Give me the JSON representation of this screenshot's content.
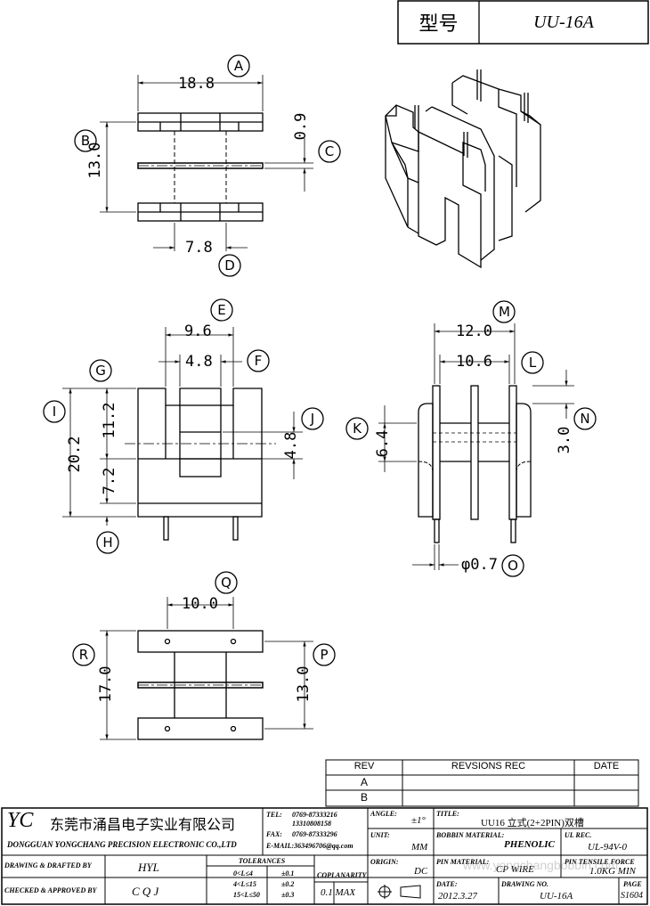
{
  "header": {
    "model_label": "型号",
    "model_value": "UU-16A"
  },
  "dimensions": {
    "A": {
      "letter": "A",
      "value": "18.8"
    },
    "B": {
      "letter": "B",
      "value": "13.0"
    },
    "C": {
      "letter": "C",
      "value": "0.9"
    },
    "D": {
      "letter": "D",
      "value": "7.8"
    },
    "E": {
      "letter": "E",
      "value": "9.6"
    },
    "F": {
      "letter": "F",
      "value": "4.8"
    },
    "G": {
      "letter": "G",
      "value": "11.2"
    },
    "I": {
      "letter": "I",
      "value": "20.2"
    },
    "H": {
      "letter": "H",
      "value": "7.2"
    },
    "J": {
      "letter": "J",
      "value": "4.8"
    },
    "M": {
      "letter": "M",
      "value": "12.0"
    },
    "L": {
      "letter": "L",
      "value": "10.6"
    },
    "K": {
      "letter": "K",
      "value": "6.4"
    },
    "N": {
      "letter": "N",
      "value": "3.0"
    },
    "O": {
      "letter": "O",
      "value": "φ0.7"
    },
    "Q": {
      "letter": "Q",
      "value": "10.0"
    },
    "R": {
      "letter": "R",
      "value": "17.0"
    },
    "P": {
      "letter": "P",
      "value": "13.0"
    }
  },
  "revision_table": {
    "rev_header": "REV",
    "revisions_header": "REVSIONS REC",
    "date_header": "DATE",
    "rows": [
      "A",
      "B"
    ]
  },
  "company": {
    "logo": "YC",
    "name_cn": "东莞市涌昌电子实业有限公司",
    "name_en": "DONGGUAN YONGCHANG PRECISION ELECTRONIC CO.,LTD"
  },
  "contact": {
    "tel_label": "TEL:",
    "tel": "0769-87333216",
    "tel2": "13310808158",
    "fax_label": "FAX:",
    "fax": "0769-87333296",
    "email": "E-MAIL:363496706@qq.com"
  },
  "title_block": {
    "angle_label": "ANGLE:",
    "angle_value": "±1°",
    "title_label": "TITLE:",
    "title_value": "UU16 立式(2+2PIN)双槽",
    "unit_label": "UNIT:",
    "unit_value": "MM",
    "bobbin_label": "BOBBIN MATERIAL:",
    "bobbin_value": "PHENOLIC",
    "ul_label": "UL REC.",
    "ul_value": "UL-94V-0",
    "origin_label": "ORIGIN:",
    "origin_value": "DC",
    "pin_label": "PIN MATERIAL:",
    "pin_value": "CP WIRE",
    "pin_tensile_label": "PIN TENSILE FORCE",
    "pin_tensile_value": "1.0KG MIN",
    "date_label": "DATE:",
    "date_value": "2012.3.27",
    "drawing_no_label": "DRAWING NO.",
    "drawing_no_value": "UU-16A",
    "page_label": "PAGE",
    "page_value": "S1604",
    "drawn_label": "DRAWING & DRAFTED BY",
    "drawn_value": "HYL",
    "checked_label": "CHECKED & APPROVED BY",
    "checked_value": "C Q J",
    "tol_label": "TOLERANCES",
    "tol_rows": [
      {
        "range": "0<L≤4",
        "value": "±0.1"
      },
      {
        "range": "4<L≤15",
        "value": "±0.2"
      },
      {
        "range": "15<L≤50",
        "value": "±0.3"
      }
    ],
    "coplanarity_label": "COPLANARITY",
    "coplanarity_value": "0.1 MAX"
  },
  "watermark": "www.yongchangbobbin.com"
}
